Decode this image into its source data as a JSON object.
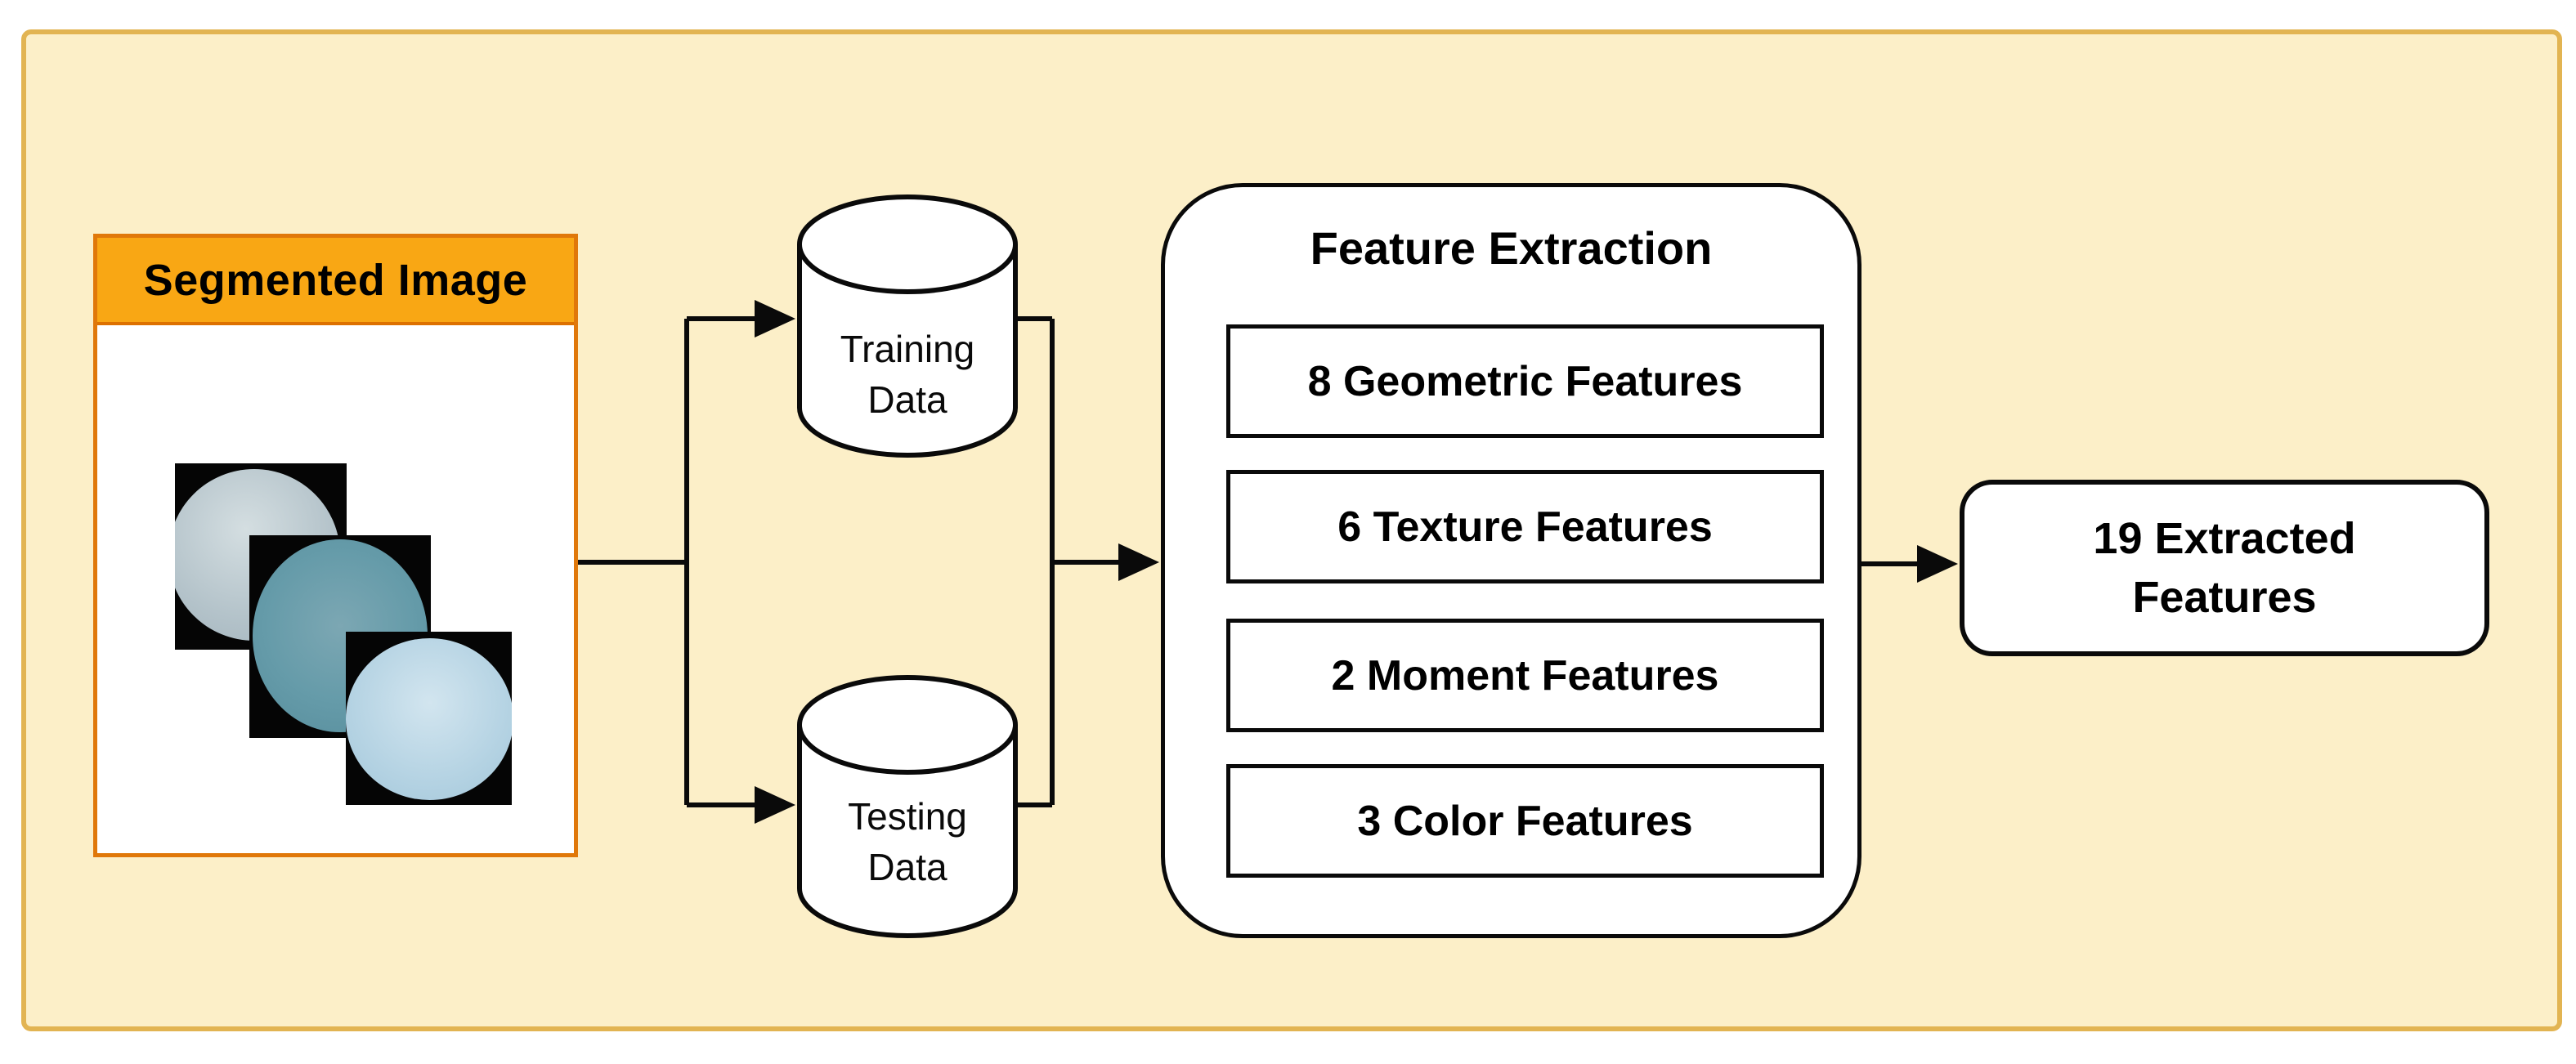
{
  "diagram": {
    "colors": {
      "frame_fill": "#FCEFC8",
      "frame_border": "#E2B452",
      "segmented_header_fill": "#F9A714",
      "segmented_border": "#E0780A",
      "shape_outline": "#0a0a0a",
      "sample_blob_gray": "#b4c3ca",
      "sample_blob_teal": "#659ba9",
      "sample_blob_lightblue": "#b5d3e3"
    },
    "segmented_image": {
      "title": "Segmented Image"
    },
    "training_database": {
      "label_line1": "Training",
      "label_line2": "Data"
    },
    "testing_database": {
      "label_line1": "Testing",
      "label_line2": "Data"
    },
    "feature_extraction": {
      "title": "Feature Extraction",
      "items": [
        {
          "label": "8 Geometric Features"
        },
        {
          "label": "6 Texture Features"
        },
        {
          "label": "2 Moment Features"
        },
        {
          "label": "3 Color Features"
        }
      ]
    },
    "result_box": {
      "line1": "19 Extracted",
      "line2": "Features"
    }
  }
}
